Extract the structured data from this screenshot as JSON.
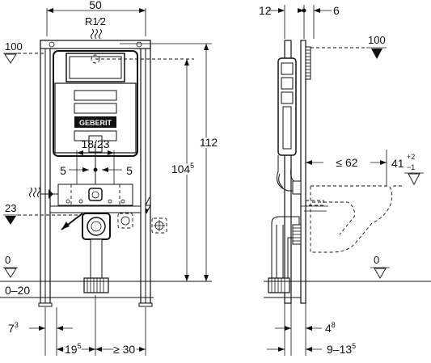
{
  "front_view": {
    "top_width": "50",
    "supply_label": "R1⁄2",
    "height_total": "112",
    "height_base": "104",
    "height_base_sup": "5",
    "flush_plate_height": "100",
    "inlet_dim": "18/23",
    "offset_left": "5",
    "offset_right": "5",
    "waste_height": "23",
    "floor_level": "0",
    "floor_range": "0–20",
    "bottom_left": "7",
    "bottom_left_sup": "3",
    "bottom_mid": "19",
    "bottom_mid_sup": "5",
    "bottom_right": "≥ 30",
    "brand_text": "GEBERIT"
  },
  "side_view": {
    "top_left": "12",
    "top_right": "6",
    "flush_plate_height": "100",
    "depth_max": "≤ 62",
    "seat_height": "41",
    "seat_tol_plus": "+2",
    "seat_tol_minus": "−1",
    "floor_level": "0",
    "bottom_left": "4",
    "bottom_left_sup": "8",
    "bottom_range": "9–13",
    "bottom_range_sup": "5"
  }
}
